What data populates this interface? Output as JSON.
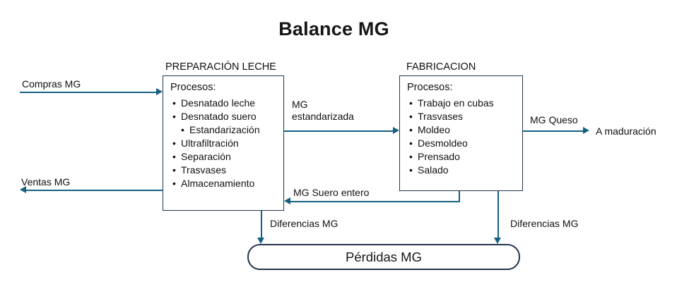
{
  "title": "Balance MG",
  "colors": {
    "arrow": "#156082",
    "box": "#24344d",
    "text": "#111111"
  },
  "prep": {
    "label": "PREPARACIÓN LECHE",
    "header": "Procesos:",
    "items": [
      {
        "text": "Desnatado leche",
        "level": 1
      },
      {
        "text": "Desnatado suero",
        "level": 1
      },
      {
        "text": "Estandarización",
        "level": 2
      },
      {
        "text": "Ultrafiltración",
        "level": 1
      },
      {
        "text": "Separación",
        "level": 1
      },
      {
        "text": "Trasvases",
        "level": 1
      },
      {
        "text": "Almacenamiento",
        "level": 1
      }
    ]
  },
  "fab": {
    "label": "FABRICACION",
    "header": "Procesos:",
    "items": [
      {
        "text": "Trabajo en cubas",
        "level": 1
      },
      {
        "text": "Trasvases",
        "level": 1
      },
      {
        "text": "Moldeo",
        "level": 1
      },
      {
        "text": "Desmoldeo",
        "level": 1
      },
      {
        "text": "Prensado",
        "level": 1
      },
      {
        "text": "Salado",
        "level": 1
      }
    ]
  },
  "flows": {
    "compras": "Compras MG",
    "mg_estandarizada": "MG\nestandarizada",
    "mg_queso": "MG Queso",
    "a_maduracion": "A maduración",
    "ventas": "Ventas MG",
    "mg_suero_entero": "MG Suero entero",
    "diferencias_left": "Diferencias MG",
    "diferencias_right": "Diferencias MG"
  },
  "perdidas": "Pérdidas MG"
}
